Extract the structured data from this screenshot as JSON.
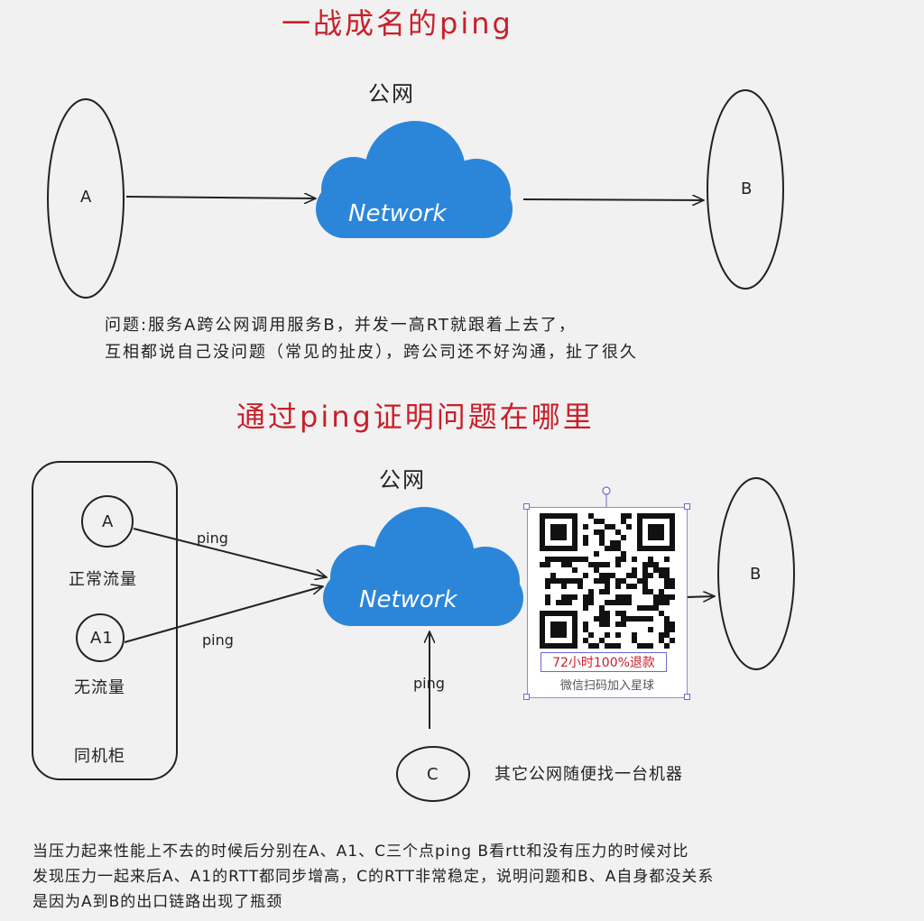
{
  "titles": {
    "top": "一战成名的ping",
    "middle": "通过ping证明问题在哪里"
  },
  "top_diagram": {
    "network_zone_label": "公网",
    "cloud_label": "Network",
    "node_a": "A",
    "node_b": "B",
    "problem_line1": "问题:服务A跨公网调用服务B，并发一高RT就跟着上去了，",
    "problem_line2": "互相都说自己没问题（常见的扯皮），跨公司还不好沟通，扯了很久"
  },
  "bottom_diagram": {
    "network_zone_label": "公网",
    "cloud_label": "Network",
    "node_a": "A",
    "node_a_caption": "正常流量",
    "node_a1": "A1",
    "node_a1_caption": "无流量",
    "rack_caption": "同机柜",
    "ping_label_a": "ping",
    "ping_label_a1": "ping",
    "ping_label_c": "ping",
    "node_c": "C",
    "node_c_caption": "其它公网随便找一台机器",
    "node_b": "B"
  },
  "qr": {
    "badge": "72小时100%退款",
    "caption": "微信扫码加入星球"
  },
  "conclusion": {
    "line1": "当压力起来性能上不去的时候后分别在A、A1、C三个点ping B看rtt和没有压力的时候对比",
    "line2": "发现压力一起来后A、A1的RTT都同步增高，C的RTT非常稳定，说明问题和B、A自身都没关系",
    "line3": "是因为A到B的出口链路出现了瓶颈"
  },
  "colors": {
    "title_red": "#c8202a",
    "cloud_blue": "#2b86d9",
    "ink": "#222222"
  }
}
